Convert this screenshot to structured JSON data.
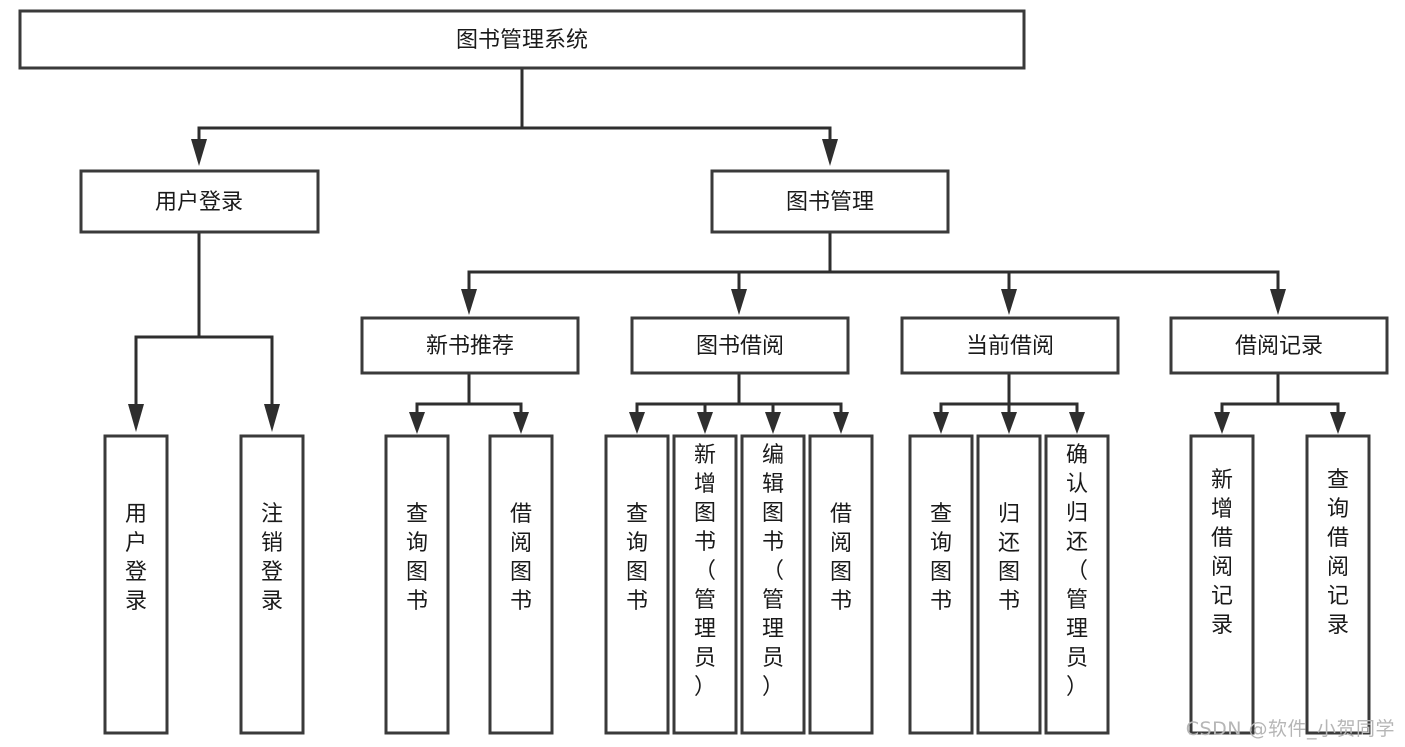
{
  "diagram": {
    "type": "tree-hierarchy-chart",
    "title": "图书管理系统",
    "orientation": "top-down",
    "colors": {
      "box_fill": "#ffffff",
      "box_stroke": "#3a3a3a",
      "edge": "#2e2e2e",
      "text": "#1a1a1a",
      "background": "#ffffff",
      "watermark": "#b6b6b6"
    },
    "levels": {
      "root": {
        "label": "图书管理系统"
      },
      "level2": [
        {
          "label": "用户登录"
        },
        {
          "label": "图书管理"
        }
      ],
      "level3": [
        {
          "label": "新书推荐"
        },
        {
          "label": "图书借阅"
        },
        {
          "label": "当前借阅"
        },
        {
          "label": "借阅记录"
        }
      ],
      "leaves_user_login": [
        {
          "label": "用户登录"
        },
        {
          "label": "注销登录"
        }
      ],
      "leaves_new_book": [
        {
          "label": "查询图书"
        },
        {
          "label": "借阅图书"
        }
      ],
      "leaves_borrow": [
        {
          "label": "查询图书"
        },
        {
          "label": "新增图书（管理员）"
        },
        {
          "label": "编辑图书（管理员）"
        },
        {
          "label": "借阅图书"
        }
      ],
      "leaves_current": [
        {
          "label": "查询图书"
        },
        {
          "label": "归还图书"
        },
        {
          "label": "确认归还（管理员）"
        }
      ],
      "leaves_record": [
        {
          "label": "新增借阅记录"
        },
        {
          "label": "查询借阅记录"
        }
      ]
    }
  },
  "watermark": {
    "text": "CSDN @软件_小贺同学"
  }
}
